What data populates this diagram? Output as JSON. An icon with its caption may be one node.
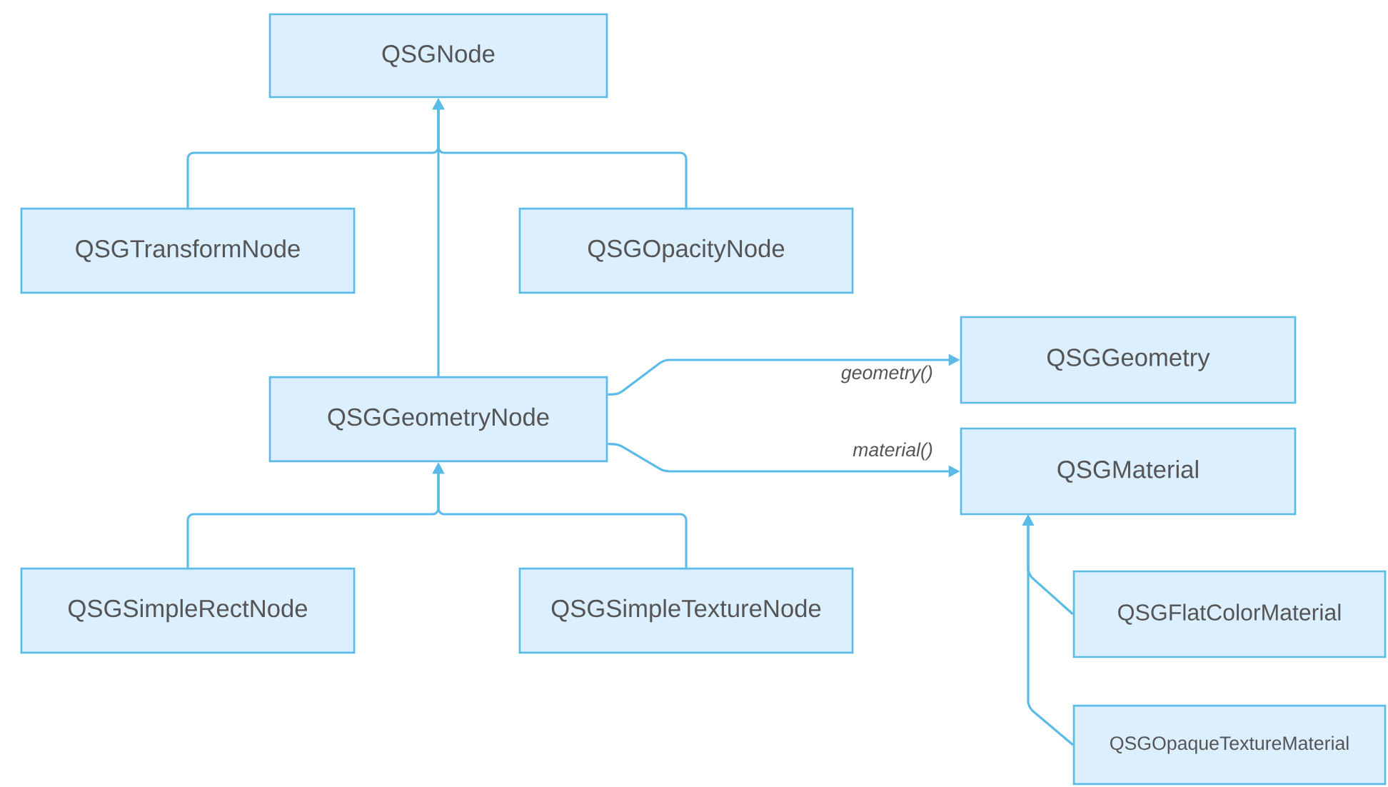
{
  "diagram": {
    "nodes": [
      {
        "text": [
          "QSGNode"
        ]
      },
      {
        "text": [
          "QSGTransformNode"
        ]
      },
      {
        "text": [
          "QSGOpacityNode"
        ]
      },
      {
        "text": [
          "QSGGeometryNode"
        ]
      },
      {
        "text": [
          "QSGGeometry"
        ]
      },
      {
        "text": [
          "QSGMaterial"
        ]
      },
      {
        "text": [
          "QSGSimpleRectNode"
        ]
      },
      {
        "text": [
          "QSGSimpleTextureNode"
        ]
      },
      {
        "text": [
          "QSGFlatColorMaterial"
        ]
      },
      {
        "text": [
          "QSGOpaqueTextureMaterial"
        ]
      }
    ],
    "edges": [
      {
        "from": 1,
        "to": 0,
        "arrow": "to"
      },
      {
        "from": 2,
        "to": 0,
        "arrow": "to"
      },
      {
        "from": 3,
        "to": 0,
        "arrow": "to"
      },
      {
        "from": 3,
        "to": 4,
        "arrow": "to",
        "label": "geometry()"
      },
      {
        "from": 3,
        "to": 5,
        "arrow": "to",
        "label": "material()"
      },
      {
        "from": 6,
        "to": 3,
        "arrow": "to"
      },
      {
        "from": 7,
        "to": 3,
        "arrow": "to"
      },
      {
        "from": 8,
        "to": 5,
        "arrow": "to"
      },
      {
        "from": 9,
        "to": 5,
        "arrow": "to"
      }
    ]
  }
}
